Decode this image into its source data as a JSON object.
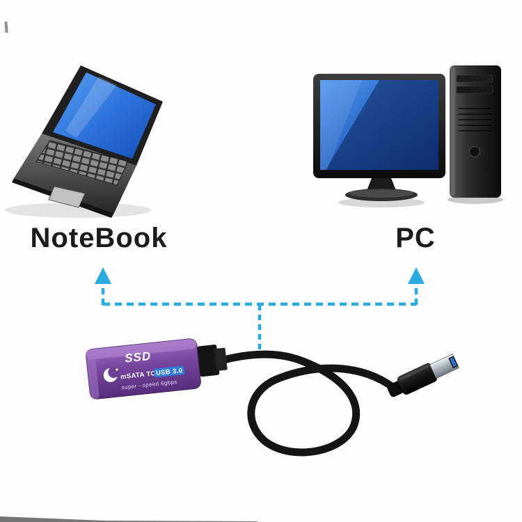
{
  "labels": {
    "notebook": "NoteBook",
    "pc": "PC"
  },
  "adapter": {
    "brand": "SSD",
    "line1": "mSATA TO",
    "line1_highlight": "USB 3.0",
    "line2": "super - speed 6gbps"
  },
  "colors": {
    "arrow_cyan": "#29abe2",
    "screen_blue_light": "#4f95ee",
    "screen_blue_dark": "#123a8c",
    "adapter_purple": "#6b3f92",
    "usb_badge_blue": "#2f7fd9",
    "cable_black": "#151515",
    "label_black": "#1b1b1b"
  },
  "icons": {
    "laptop-illustration": "open notebook computer with blue screen",
    "desktop-pc-illustration": "monitor with blue screen plus tower case",
    "up-arrow": "cyan dashed upward arrow",
    "connection-line": "cyan dashed horizontal connector line",
    "ssd-adapter": "purple mSATA-to-USB3.0 SSD enclosure",
    "usb-cable": "black looped USB cable",
    "usb-plug": "USB type-A metal plug"
  }
}
